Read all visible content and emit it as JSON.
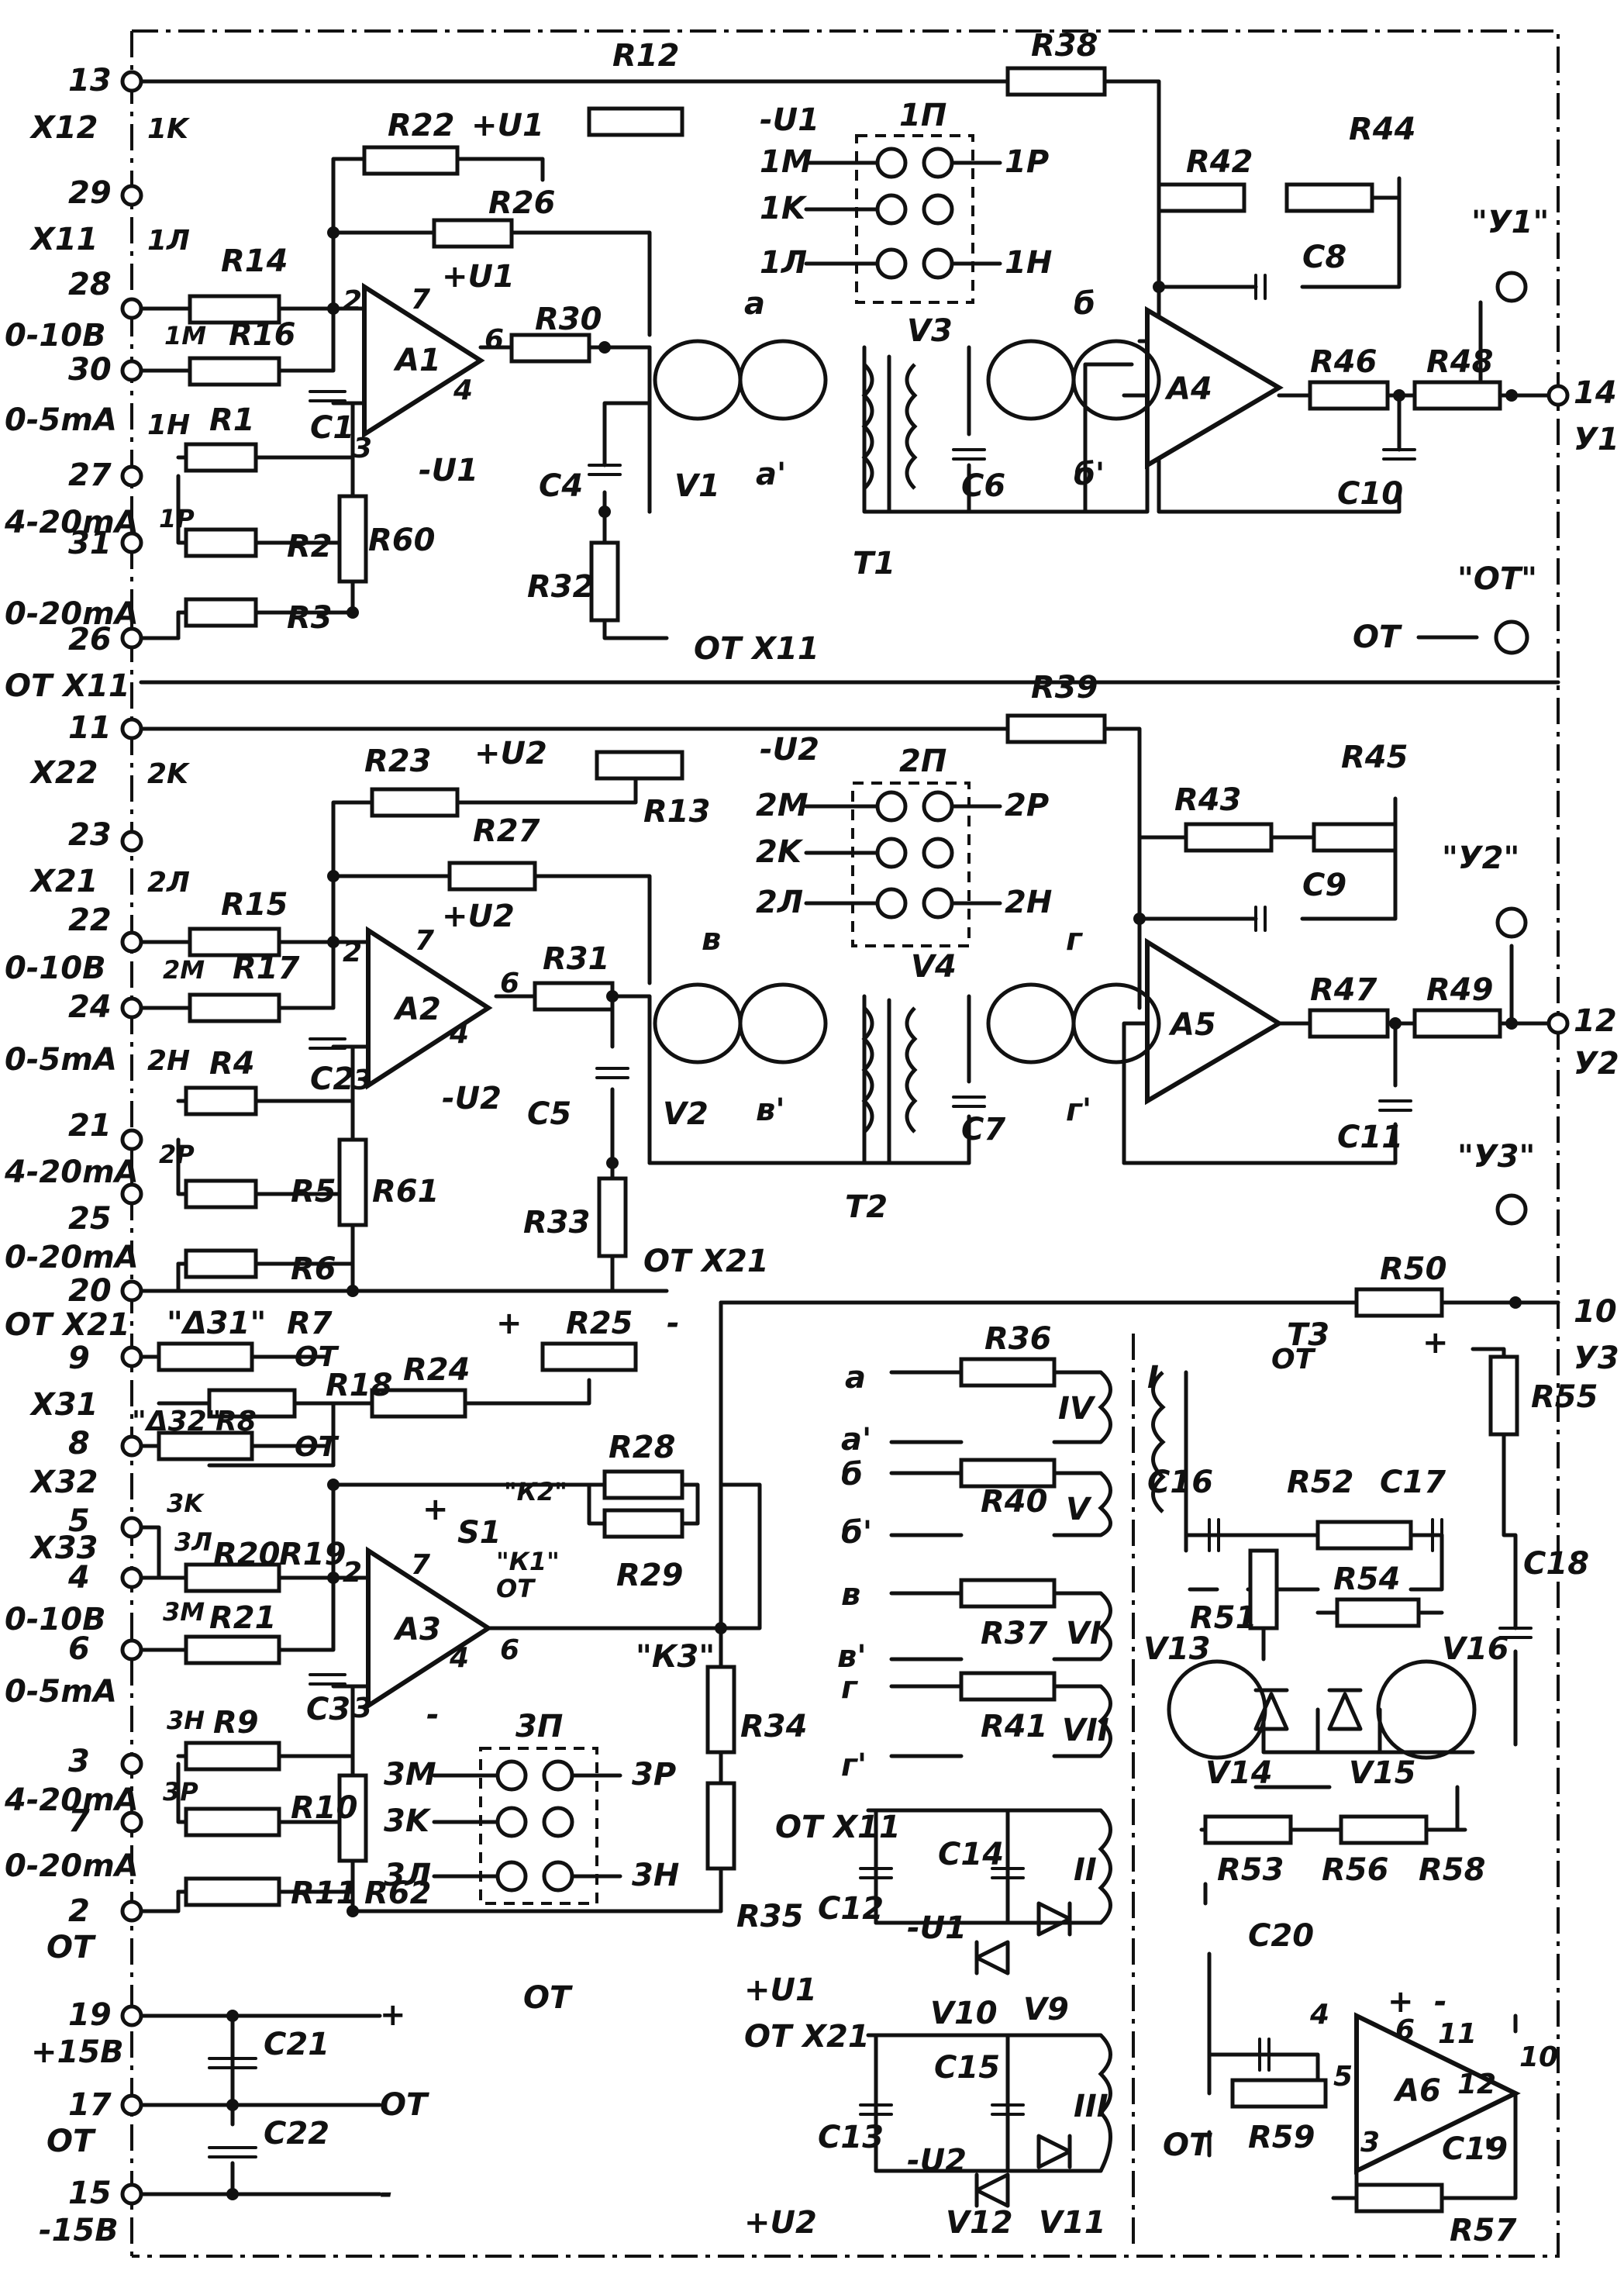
{
  "channel1": {
    "pins": {
      "p13": "13",
      "x12": "X12",
      "k1": "1K",
      "p29": "29",
      "x11": "X11",
      "l1": "1Л",
      "p28": "28",
      "v010": "0-10B",
      "p30": "30",
      "m1": "1M",
      "ma05": "0-5mA",
      "h1": "1H",
      "p27": "27",
      "ma420": "4-20mA",
      "p1": "1P",
      "p31": "31",
      "ma020": "0-20mA",
      "p26": "26",
      "ot_x11": "ОТ X11",
      "p14": "14",
      "y1": "У1"
    },
    "parts": {
      "r12": "R12",
      "r38": "R38",
      "r22": "R22",
      "plus_u1": "+U1",
      "minus_u1": "-U1",
      "pi1": "1П",
      "m1": "1M",
      "k1": "1K",
      "l1": "1Л",
      "p1": "1P",
      "h1": "1H",
      "r42": "R42",
      "r44": "R44",
      "r26": "R26",
      "c8": "C8",
      "r14": "R14",
      "r16": "R16",
      "a1": "A1",
      "r30": "R30",
      "v3": "V3",
      "a4": "A4",
      "r46": "R46",
      "r48": "R48",
      "out_y1": "\"У1\"",
      "r1": "R1",
      "c1": "C1",
      "c4": "C4",
      "v1": "V1",
      "t1": "T1",
      "c6": "C6",
      "c10": "C10",
      "r2": "R2",
      "r3": "R3",
      "r60": "R60",
      "r32": "R32",
      "ot_x11": "ОТ X11",
      "out_ot": "\"ОТ\"",
      "ot": "ОТ",
      "alpha": "а",
      "alpha_p": "а'",
      "beta": "б",
      "beta_p": "б'",
      "n2": "2",
      "n3": "3",
      "n4": "4",
      "n6": "6",
      "n7": "7",
      "plus_u1_pin": "+U1",
      "minus_u1_pin": "-U1"
    }
  },
  "channel2": {
    "pins": {
      "p11": "11",
      "x22": "X22",
      "k2": "2K",
      "p23": "23",
      "x21": "X21",
      "l2": "2Л",
      "p22": "22",
      "v010": "0-10B",
      "p24": "24",
      "m2": "2M",
      "ma05": "0-5mA",
      "h2": "2H",
      "p21": "21",
      "ma420": "4-20mA",
      "p2": "2P",
      "p25": "25",
      "ma020": "0-20mA",
      "p20": "20",
      "ot_x21": "ОТ X21",
      "p12": "12",
      "y2": "У2"
    },
    "parts": {
      "r39": "R39",
      "r23": "R23",
      "plus_u2": "+U2",
      "minus_u2": "-U2",
      "r13": "R13",
      "pi2": "2П",
      "m2": "2M",
      "k2": "2K",
      "l2": "2Л",
      "p2": "2P",
      "h2": "2H",
      "r43": "R43",
      "r45": "R45",
      "r27": "R27",
      "c9": "C9",
      "r15": "R15",
      "r17": "R17",
      "a2": "A2",
      "r31": "R31",
      "v4": "V4",
      "a5": "A5",
      "r47": "R47",
      "r49": "R49",
      "out_y2": "\"У2\"",
      "out_y3": "\"У3\"",
      "r4": "R4",
      "c2": "C2",
      "c5": "C5",
      "v2": "V2",
      "t2": "T2",
      "c7": "C7",
      "c11": "C11",
      "r5": "R5",
      "r6": "R6",
      "r61": "R61",
      "r33": "R33",
      "ot_x21": "ОТ X21",
      "v": "в",
      "v_p": "в'",
      "g": "г",
      "g_p": "г'",
      "n2": "2",
      "n3": "3",
      "n4": "4",
      "n6": "6",
      "n7": "7",
      "plus_u2_pin": "+U2",
      "minus_u2_pin": "-U2"
    }
  },
  "channel3": {
    "pins": {
      "p9": "9",
      "x31": "X31",
      "p8": "8",
      "x32": "X32",
      "p5": "5",
      "x33": "X33",
      "p4": "4",
      "v010": "0-10B",
      "p6": "6",
      "ma05": "0-5mA",
      "p3": "3",
      "ma420": "4-20mA",
      "p7": "7",
      "ma020": "0-20mA",
      "p2": "2",
      "ot": "ОТ",
      "p19": "19",
      "v15p": "+15B",
      "p17": "17",
      "ot2": "ОТ",
      "p15": "15",
      "v15m": "-15B",
      "p10": "10",
      "y3": "У3"
    },
    "parts": {
      "d31": "\"Δ31\"",
      "r7": "R7",
      "ot_a": "ОТ",
      "r18": "R18",
      "r24": "R24",
      "r25": "R25",
      "d32": "\"Δ32\"",
      "r8": "R8",
      "ot_b": "ОТ",
      "r28": "R28",
      "k2sw": "\"К2\"",
      "k1sw": "\"К1\"",
      "s1": "S1",
      "r29": "R29",
      "k3l": "3K",
      "l3": "3Л",
      "r20": "R20",
      "r19": "R19",
      "a3": "A3",
      "ot_c": "ОТ",
      "m3": "3M",
      "r21": "R21",
      "k3": "\"К3\"",
      "c3": "C3",
      "r34": "R34",
      "h3": "3H",
      "r9": "R9",
      "pi3": "3П",
      "m3b": "3M",
      "p3b": "3P",
      "k3b": "3K",
      "l3b": "3Л",
      "h3b": "3H",
      "p3": "3P",
      "r10": "R10",
      "r11": "R11",
      "r62": "R62",
      "r35": "R35",
      "ot_d": "ОТ",
      "c21": "C21",
      "plus": "+",
      "ot_e": "ОТ",
      "c22": "C22",
      "minus": "-",
      "plus_r25": "+",
      "minus_r25": "-",
      "n2": "2",
      "n3": "3",
      "n4": "4",
      "n6": "6",
      "n7": "7",
      "plus_pin": "+",
      "minus_pin": "-"
    }
  },
  "power": {
    "parts": {
      "r50": "R50",
      "t3": "T3",
      "r55": "R55",
      "plus_r55": "+",
      "a": "а",
      "r36": "R36",
      "iv": "IV",
      "a_p": "а'",
      "b": "б",
      "r40": "R40",
      "v5": "V",
      "b_p": "б'",
      "vv": "в",
      "r37": "R37",
      "vi": "VI",
      "vv_p": "в'",
      "gg": "г",
      "r41": "R41",
      "vii": "VII",
      "gg_p": "г'",
      "ot_x11": "ОТ X11",
      "c14": "C14",
      "c12": "C12",
      "ii": "II",
      "minus_u1": "-U1",
      "plus_u1": "+U1",
      "v10": "V10",
      "v9": "V9",
      "ot_x21": "ОТ X21",
      "c15": "C15",
      "c13": "C13",
      "iii": "III",
      "minus_u2": "-U2",
      "plus_u2": "+U2",
      "v12": "V12",
      "v11": "V11",
      "i": "I",
      "ot": "ОТ",
      "c16": "C16",
      "r52": "R52",
      "c17": "C17",
      "c18": "C18",
      "r51": "R51",
      "r54": "R54",
      "v13": "V13",
      "v16": "V16",
      "v14": "V14",
      "v15": "V15",
      "r53": "R53",
      "r56": "R56",
      "r58": "R58",
      "c20": "C20",
      "a6": "A6",
      "ot_b": "ОТ",
      "r59": "R59",
      "c19": "C19",
      "r57": "R57",
      "n4": "4",
      "n5": "5",
      "n3": "3",
      "n10": "10",
      "n12": "12",
      "n11": "11",
      "n6": "6",
      "plus": "+",
      "minus": "-"
    }
  }
}
